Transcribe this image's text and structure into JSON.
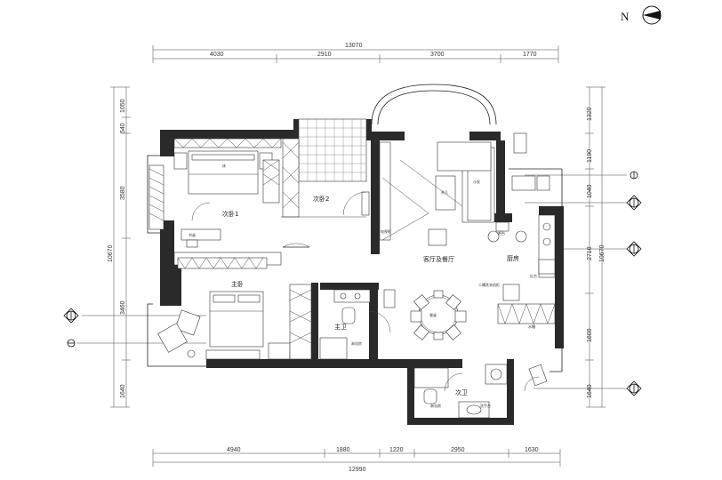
{
  "north_label": "N",
  "dimensions": {
    "top_total": "13070",
    "top_segments": [
      "4030",
      "2910",
      "3700",
      "1770"
    ],
    "bottom_segments": [
      "4940",
      "1880",
      "1220",
      "2950",
      "1630"
    ],
    "bottom_total": "12990",
    "left_segments": [
      "1050",
      "540",
      "3580",
      "10670",
      "3460",
      "1640"
    ],
    "right_segments": [
      "1320",
      "1190",
      "1040",
      "2710",
      "10670",
      "1600",
      "1640"
    ]
  },
  "rooms": {
    "bedroom1": "次卧1",
    "bedroom2": "次卧2",
    "living_dining": "客厅及餐厅",
    "kitchen": "厨房",
    "master_bedroom": "主卧",
    "master_bath": "主卫",
    "guest_bath": "次卫",
    "dining_table": "餐桌"
  },
  "fixtures": {
    "wardrobe_label": "衣柜",
    "desk_label": "书桌",
    "tv_cabinet": "电视柜",
    "coffee_table": "茶几",
    "sofa": "沙发",
    "bar_stool": "吧台",
    "fridge": "冰箱",
    "shower": "淋浴房",
    "washbasin": "洗手台",
    "storage": "储物柜",
    "bed_label": "床",
    "cooktop": "灶台",
    "sink": "水槽",
    "washer": "洗衣机",
    "cabinet": "吊柜",
    "dual_washer": "二槽洗衣机柜"
  }
}
